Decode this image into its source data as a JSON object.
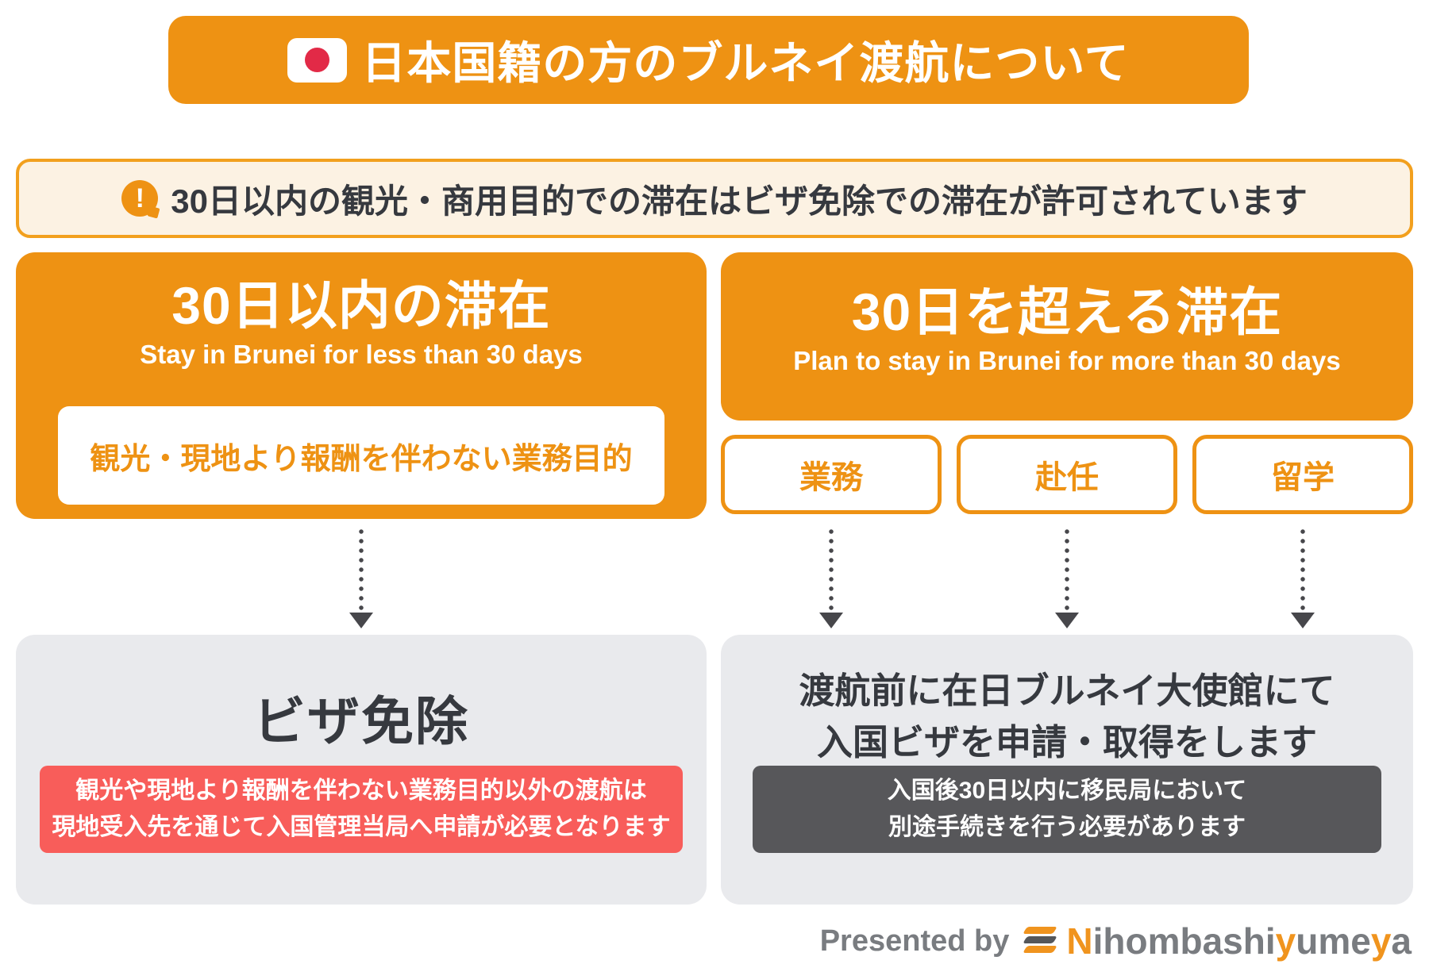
{
  "colors": {
    "orange": "#EE9213",
    "notice_border": "#F2A01E",
    "notice_bg": "#FCF2E3",
    "dark_text": "#36393F",
    "gray_box_bg": "#E9EAED",
    "red_note_bg": "#F85D5A",
    "dark_note_bg": "#57575A",
    "arrow": "#47474B",
    "footer_gray": "#797C80",
    "brand_orange": "#F0941E",
    "flag_red": "#E22A47"
  },
  "header": {
    "flag_icon": "japan-flag-icon",
    "title": "日本国籍の方のブルネイ渡航について"
  },
  "notice": {
    "icon": "alert-icon",
    "icon_glyph": "!",
    "text": "30日以内の観光・商用目的での滞在はビザ免除での滞在が許可されています"
  },
  "short_stay": {
    "title_jp": "30日以内の滞在",
    "title_en": "Stay in Brunei for less than 30 days",
    "purpose": "観光・現地より報酬を伴わない業務目的",
    "result_title": "ビザ免除",
    "note_line1": "観光や現地より報酬を伴わない業務目的以外の渡航は",
    "note_line2": "現地受入先を通じて入国管理当局へ申請が必要となります"
  },
  "long_stay": {
    "title_jp": "30日を超える滞在",
    "title_en": "Plan to stay in Brunei for more than 30 days",
    "categories": [
      "業務",
      "赴任",
      "留学"
    ],
    "result_line1": "渡航前に在日ブルネイ大使館にて",
    "result_line2": "入国ビザを申請・取得をします",
    "note_line1": "入国後30日以内に移民局において",
    "note_line2": "別途手続きを行う必要があります"
  },
  "footer": {
    "presented_by": "Presented by",
    "logo_icon": "brand-logo-icon",
    "brand_segments": [
      {
        "text": "N",
        "color": "orange"
      },
      {
        "text": "ihombashi",
        "color": "gray"
      },
      {
        "text": "y",
        "color": "orange"
      },
      {
        "text": "ume",
        "color": "gray"
      },
      {
        "text": "y",
        "color": "orange"
      },
      {
        "text": "a",
        "color": "gray"
      }
    ]
  }
}
